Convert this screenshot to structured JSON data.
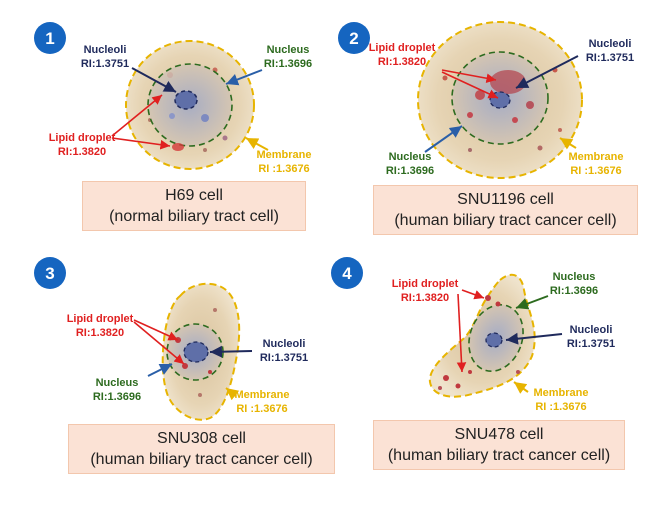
{
  "colors": {
    "badge": "#1565c0",
    "nucleoli": "#1f2a5c",
    "nucleus": "#2d6b1f",
    "lipid": "#e02020",
    "membrane": "#e7b400",
    "caption_bg": "#fbe2d5"
  },
  "panels": [
    {
      "number": "1",
      "caption_line1": "H69 cell",
      "caption_line2": "(normal biliary tract cell)",
      "nucleoli": [
        "Nucleoli",
        "RI:1.3751"
      ],
      "nucleus": [
        "Nucleus",
        "RI:1.3696"
      ],
      "lipid": [
        "Lipid droplet",
        "RI:1.3820"
      ],
      "membrane": [
        "Membrane",
        "RI :1.3676"
      ]
    },
    {
      "number": "2",
      "caption_line1": "SNU1196 cell",
      "caption_line2": "(human biliary tract cancer cell)",
      "nucleoli": [
        "Nucleoli",
        "RI:1.3751"
      ],
      "nucleus": [
        "Nucleus",
        "RI:1.3696"
      ],
      "lipid": [
        "Lipid droplet",
        "RI:1.3820"
      ],
      "membrane": [
        "Membrane",
        "RI :1.3676"
      ]
    },
    {
      "number": "3",
      "caption_line1": "SNU308 cell",
      "caption_line2": "(human biliary tract cancer cell)",
      "nucleoli": [
        "Nucleoli",
        "RI:1.3751"
      ],
      "nucleus": [
        "Nucleus",
        "RI:1.3696"
      ],
      "lipid": [
        "Lipid droplet",
        "RI:1.3820"
      ],
      "membrane": [
        "Membrane",
        "RI :1.3676"
      ]
    },
    {
      "number": "4",
      "caption_line1": "SNU478 cell",
      "caption_line2": "(human biliary tract cancer cell)",
      "nucleoli": [
        "Nucleoli",
        "RI:1.3751"
      ],
      "nucleus": [
        "Nucleus",
        "RI:1.3696"
      ],
      "lipid": [
        "Lipid droplet",
        "RI:1.3820"
      ],
      "membrane": [
        "Membrane",
        "RI :1.3676"
      ]
    }
  ]
}
